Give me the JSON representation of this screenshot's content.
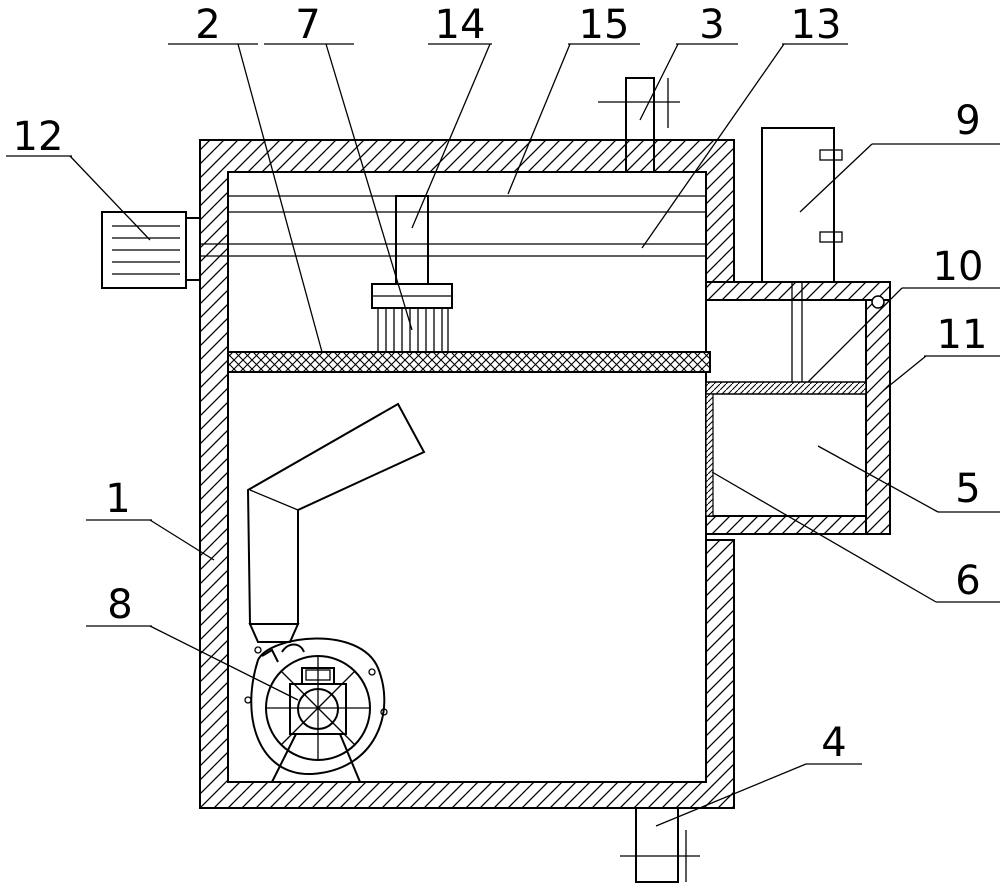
{
  "figure": {
    "labels": [
      "1",
      "2",
      "3",
      "4",
      "5",
      "6",
      "7",
      "8",
      "9",
      "10",
      "11",
      "12",
      "13",
      "14",
      "15"
    ]
  },
  "colors": {
    "line": "#000000",
    "background": "#ffffff"
  }
}
